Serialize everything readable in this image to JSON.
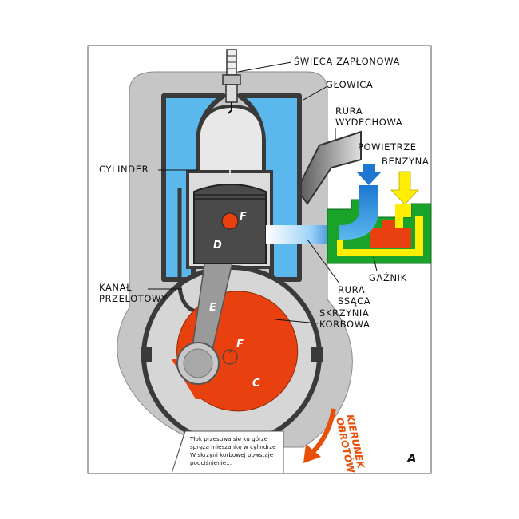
{
  "labels": {
    "spark_plug": "ŚWIECA ZAPŁONOWA",
    "head": "GŁOWICA",
    "exhaust_1": "RURA",
    "exhaust_2": "WYDECHOWA",
    "air": "POWIETRZE",
    "petrol": "BENZYNA",
    "cylinder": "CYLINDER",
    "carburetor": "GAŹNIK",
    "transfer_1": "KANAŁ",
    "transfer_2": "PRZELOTOWY",
    "intake_1": "RURA",
    "intake_2": "SSĄCA",
    "crankcase_1": "SKRZYNIA",
    "crankcase_2": "KORBOWA"
  },
  "parts": {
    "piston": "D",
    "piston_pin": "F",
    "crank_pin": "F",
    "connecting_rod": "E",
    "crank": "C"
  },
  "rotation": {
    "line1": "KIERUNEK",
    "line2": "OBROTÓW"
  },
  "note": {
    "line1": "Tłok przesuwa się ku górze",
    "line2": "spręża mieszankę w cylindrze",
    "line3": "W skrzyni korbowej powstaje",
    "line4": "podciśnienie..."
  },
  "corner_label": "A",
  "colors": {
    "casing": "#c6c6c6",
    "wall": "#3a3a3a",
    "coolant": "#5ab8ec",
    "piston": "#4a4a4a",
    "crank": "#e8400e",
    "air": "#1e78d2",
    "petrol": "#ffee00",
    "carb_body": "#1aa32a"
  }
}
